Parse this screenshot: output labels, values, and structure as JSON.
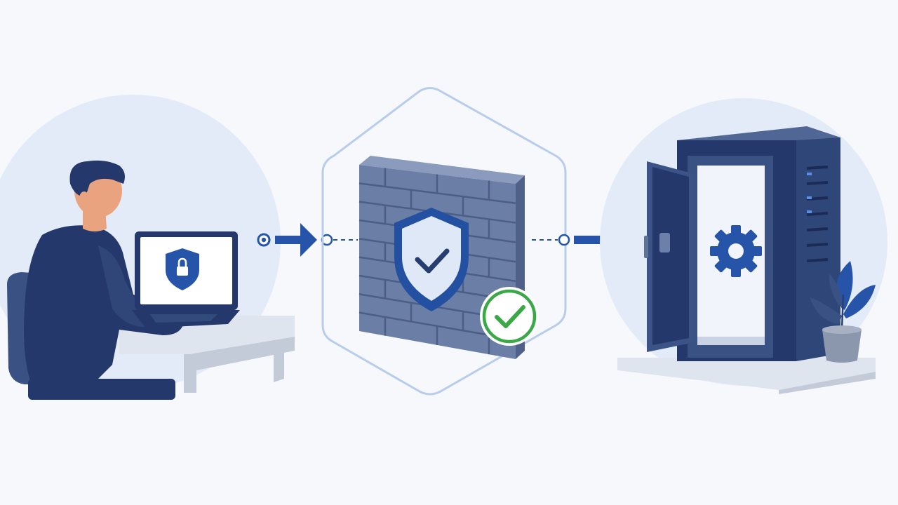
{
  "colors": {
    "background": "#f6f8fc",
    "halo": "#e3ebf8",
    "navy": "#24386b",
    "navy_light": "#3a5184",
    "brand_blue": "#2554a8",
    "steel": "#6a7ea6",
    "steel_light": "#8a9bbd",
    "steel_dark": "#4f6189",
    "hex_outline": "#b8cdeb",
    "success_green": "#3aa846",
    "desk": "#dfe5ee",
    "desk_side": "#c3cbd8",
    "skin": "#e9a47f"
  },
  "nodes": [
    {
      "id": "user",
      "icons": [
        "person-icon",
        "laptop-icon",
        "padlock-shield-icon"
      ]
    },
    {
      "id": "firewall",
      "icons": [
        "brick-wall-icon",
        "shield-check-icon",
        "green-check-badge-icon"
      ]
    },
    {
      "id": "server",
      "icons": [
        "server-cabinet-icon",
        "open-door-icon",
        "gear-icon",
        "plant-icon"
      ]
    }
  ],
  "connectors": [
    {
      "from": "user",
      "to": "firewall",
      "style": "solid-arrow"
    },
    {
      "from": "firewall",
      "to": "server",
      "style": "dashed-then-arrow"
    }
  ]
}
